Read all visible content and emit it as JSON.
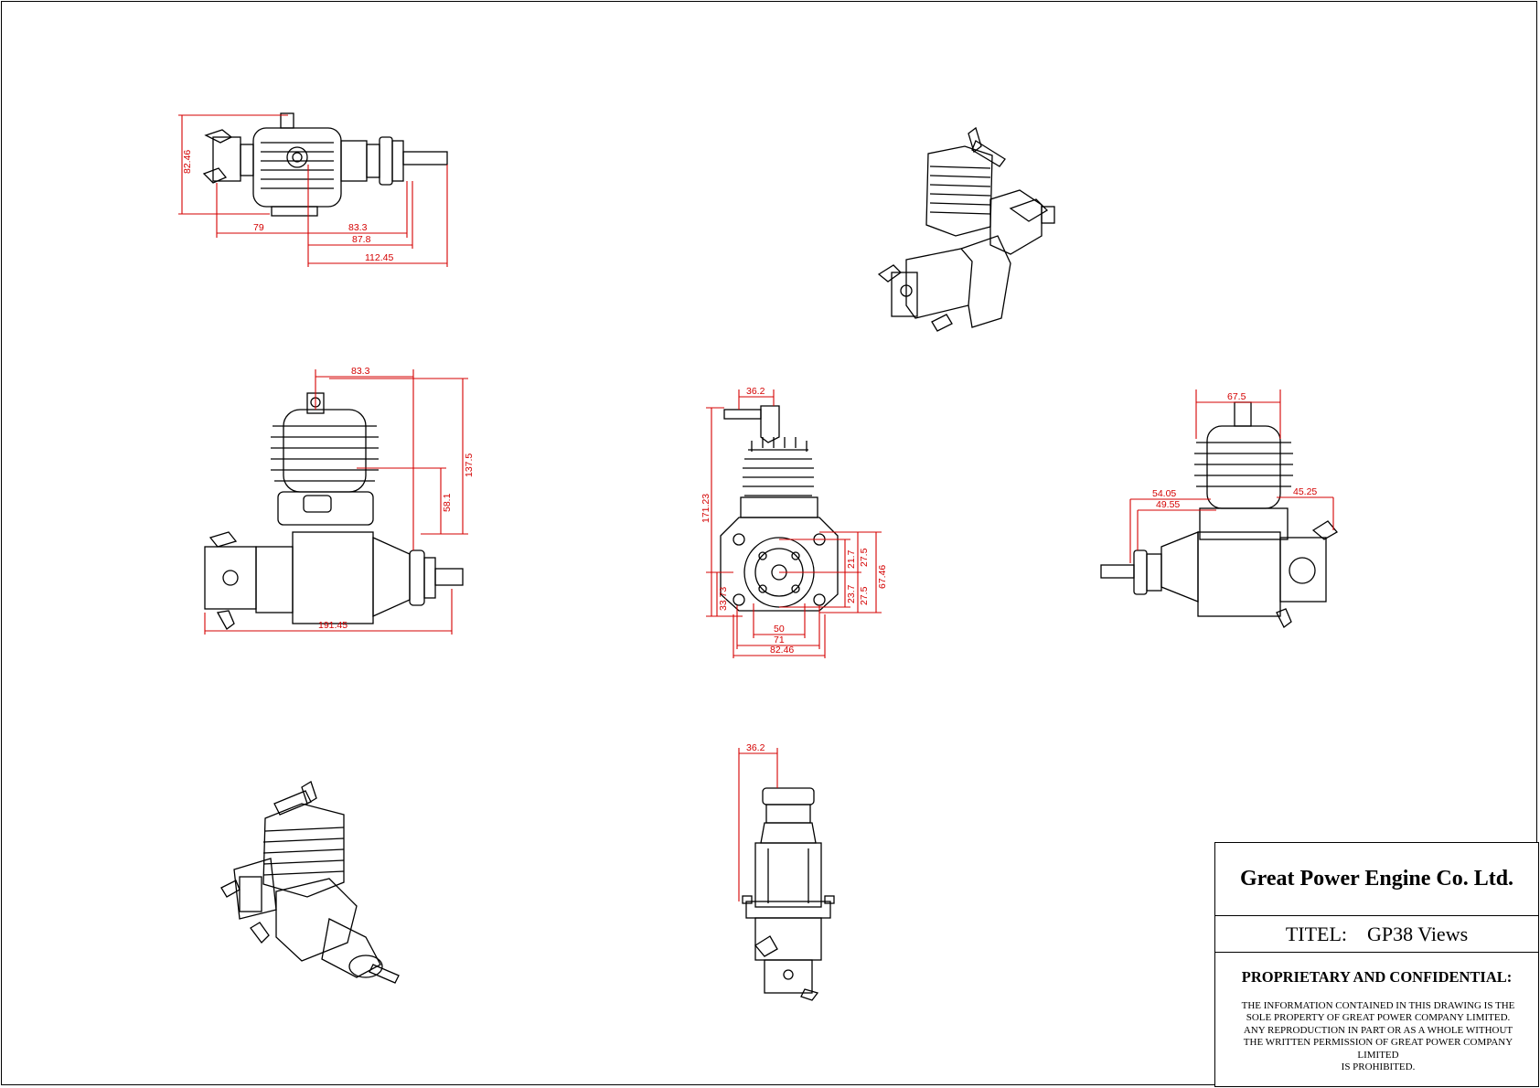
{
  "title_block": {
    "company": "Great Power Engine Co. Ltd.",
    "title_label": "TITEL:",
    "title_value": "GP38 Views",
    "confidential_heading": "PROPRIETARY AND CONFIDENTIAL:",
    "notice_lines": [
      "THE INFORMATION CONTAINED IN THIS DRAWING IS THE",
      "SOLE PROPERTY OF GREAT POWER  COMPANY   LIMITED.",
      "ANY REPRODUCTION IN PART OR AS A WHOLE WITHOUT",
      "THE WRITTEN PERMISSION OF GREAT POWER  COMPANY",
      "LIMITED",
      "IS PROHIBITED."
    ]
  },
  "dimensions": {
    "top_view": {
      "height": "82.46",
      "left": "79",
      "d1": "83.3",
      "d2": "87.8",
      "d3": "112.45"
    },
    "side_view": {
      "top": "83.3",
      "height_total": "137.5",
      "height_mid": "58.1",
      "length": "191.45"
    },
    "front_view": {
      "top": "36.2",
      "height": "171.23",
      "v1": "21.7",
      "v2": "27.5",
      "v3": "23.7",
      "v4": "27.5",
      "v5": "67.46",
      "bottom_left": "33.73",
      "w1": "50",
      "w2": "71",
      "w3": "82.46"
    },
    "rear_view": {
      "top": "67.5",
      "left1": "54.05",
      "left2": "49.55",
      "right": "45.25"
    },
    "bottom_view": {
      "top": "36.2"
    }
  }
}
